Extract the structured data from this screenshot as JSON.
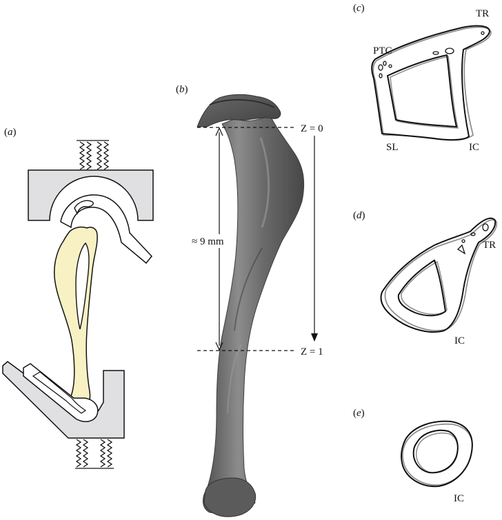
{
  "panels": {
    "a": {
      "open": "(",
      "letter": "a",
      "close": ")"
    },
    "b": {
      "open": "(",
      "letter": "b",
      "close": ")"
    },
    "c": {
      "open": "(",
      "letter": "c",
      "close": ")"
    },
    "d": {
      "open": "(",
      "letter": "d",
      "close": ")"
    },
    "e": {
      "open": "(",
      "letter": "e",
      "close": ")"
    }
  },
  "bone_scan": {
    "top_marker": "Z = 0",
    "bottom_marker": "Z = 1",
    "length": "≈ 9 mm"
  },
  "sections": {
    "c": {
      "labels": [
        "TR",
        "PTC",
        "SL",
        "IC"
      ]
    },
    "d": {
      "labels": [
        "TR",
        "IC"
      ]
    },
    "e": {
      "labels": [
        "IC"
      ]
    }
  },
  "colors": {
    "fixture": "#e0e0e3",
    "bone_fill": "#f7f1c4",
    "scan_dark": "#555555",
    "scan_mid": "#8a8a8a",
    "outline_black": "#111111",
    "outline_grey": "#8f8f8f"
  }
}
